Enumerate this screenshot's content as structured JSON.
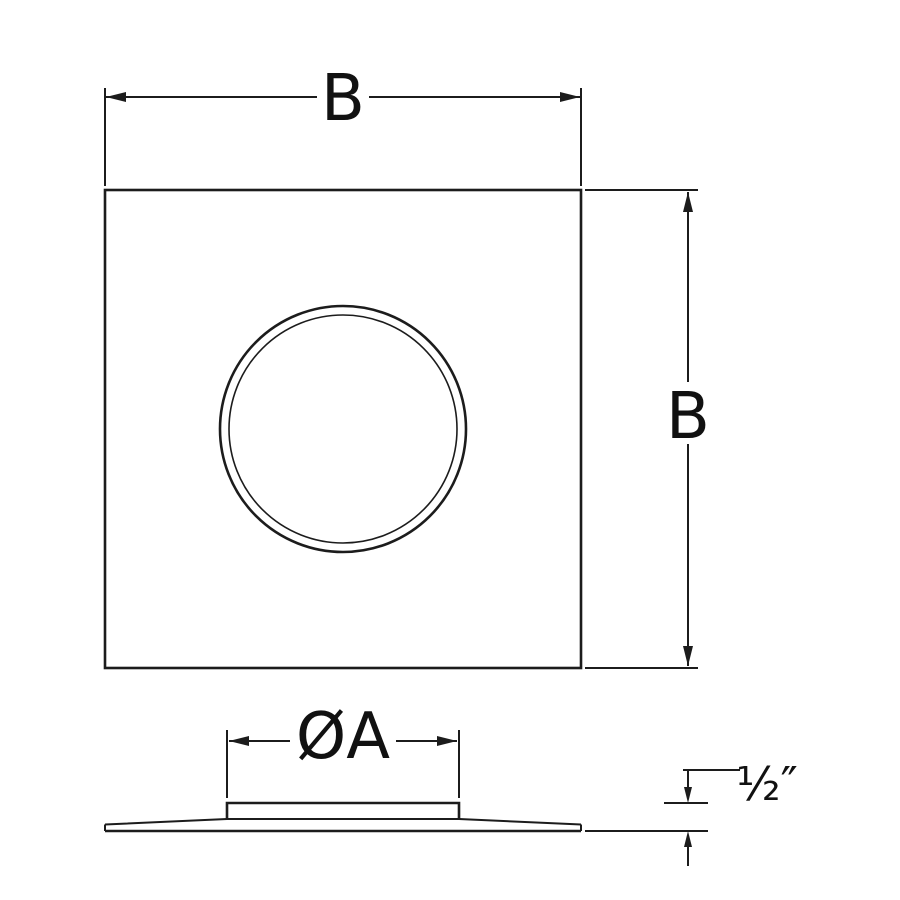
{
  "diagram": {
    "description": "Square trim plate with round opening, top view and side profile",
    "ink_color": "#1c1c1c",
    "labels": {
      "width_top": "B",
      "height_right": "B",
      "diameter": "ØA",
      "thickness": "½″"
    }
  }
}
